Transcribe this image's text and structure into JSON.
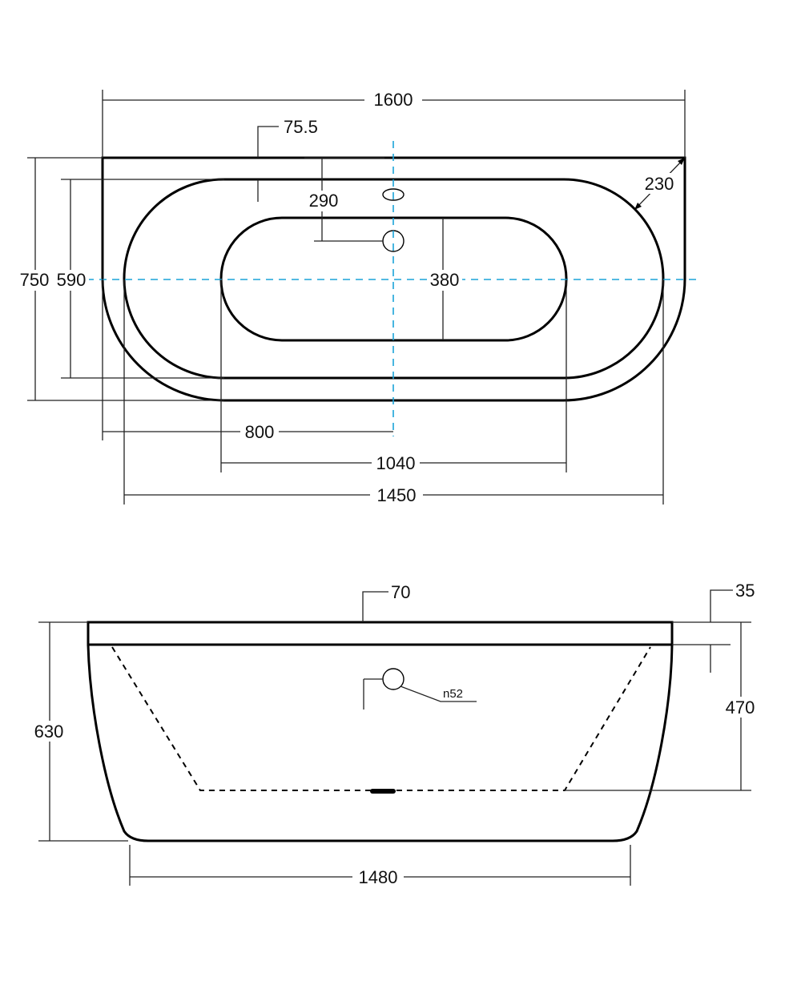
{
  "diagram": {
    "centerline_color": "#1aa3d9",
    "line_color": "#000000",
    "top_view": {
      "dimensions": {
        "overall_length": "1600",
        "rim_offset": "75.5",
        "corner_radius": "230",
        "tap_hole_offset": "290",
        "overall_width": "750",
        "inner_width": "590",
        "basin_width": "380",
        "drain_position": "800",
        "basin_length": "1040",
        "inner_length": "1450"
      }
    },
    "side_view": {
      "dimensions": {
        "rim_thickness": "70",
        "overflow_offset": "35",
        "overall_height": "630",
        "depth": "470",
        "overflow_diameter": "n52",
        "base_length": "1480"
      }
    }
  }
}
